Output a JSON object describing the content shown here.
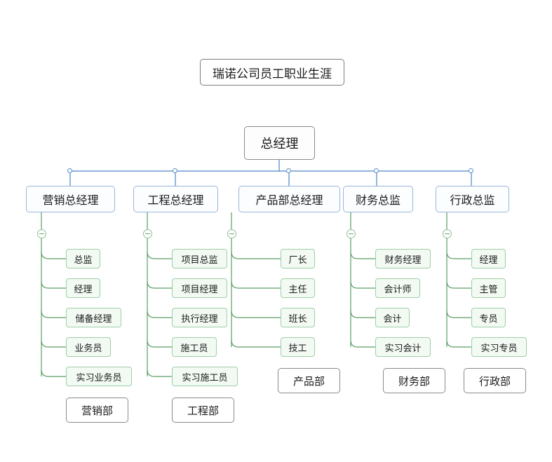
{
  "diagram": {
    "title": "瑞诺公司员工职业生涯",
    "root": "总经理",
    "branches": [
      {
        "head": "营销总经理",
        "department": "营销部",
        "roles": [
          "总监",
          "经理",
          "储备经理",
          "业务员",
          "实习业务员"
        ]
      },
      {
        "head": "工程总经理",
        "department": "工程部",
        "roles": [
          "项目总监",
          "项目经理",
          "执行经理",
          "施工员",
          "实习施工员"
        ]
      },
      {
        "head": "产品部总经理",
        "department": "产品部",
        "roles": [
          "厂长",
          "主任",
          "班长",
          "技工"
        ]
      },
      {
        "head": "财务总监",
        "department": "财务部",
        "roles": [
          "财务经理",
          "会计师",
          "会计",
          "实习会计"
        ]
      },
      {
        "head": "行政总监",
        "department": "行政部",
        "roles": [
          "经理",
          "主管",
          "专员",
          "实习专员"
        ]
      }
    ],
    "colors": {
      "root_line": "#4a86c8",
      "branch_line": "#5a9e63",
      "role_border": "#9fcfa6",
      "role_fill": "#f2faf3",
      "head_border": "#9ab6d8"
    }
  }
}
